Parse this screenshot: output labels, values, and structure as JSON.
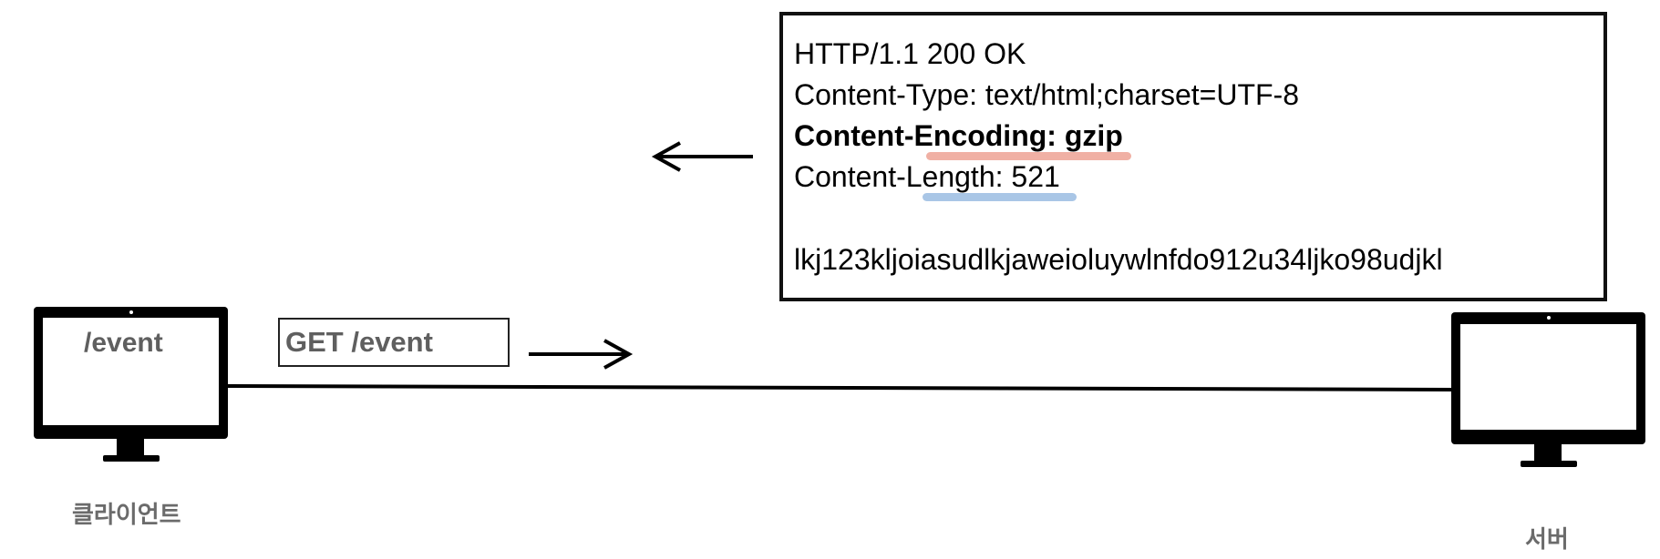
{
  "client": {
    "screen_path": "/event",
    "label": "클라이언트"
  },
  "server": {
    "label": "서버"
  },
  "request": {
    "line": "GET /event"
  },
  "response": {
    "status_line": "HTTP/1.1 200 OK",
    "content_type_line": "Content-Type: text/html;charset=UTF-8",
    "content_encoding_line": "Content-Encoding: gzip",
    "content_length_line": "Content-Length: 521",
    "body": "lkj123kljoiasudlkjaweioluywlnfdo912u34ljko98udjkl"
  },
  "colors": {
    "highlight_encoding": "#f0b0a4",
    "highlight_length": "#a9c6e6"
  }
}
